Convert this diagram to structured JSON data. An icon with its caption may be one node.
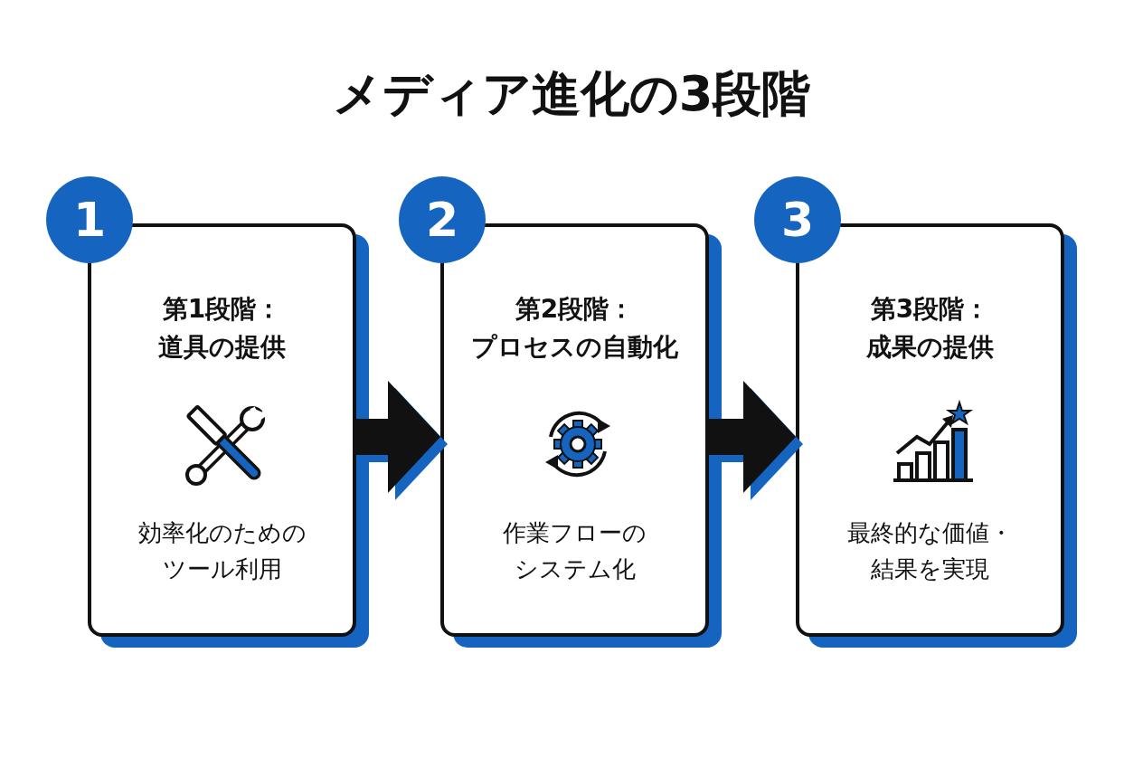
{
  "diagram": {
    "title": "メディア進化の3段階",
    "nodes": [
      {
        "text": [
          "1",
          "第1段階：道具の提供",
          "効率化のためのツール利用"
        ]
      },
      {
        "text": [
          "2",
          "第2段階：プロセスの自動化",
          "作業フローのシステム化"
        ]
      },
      {
        "text": [
          "3",
          "第3段階：成果の提供",
          "最終的な価値・結果を実現"
        ]
      }
    ],
    "edges": [
      {
        "from": 0,
        "to": 1,
        "arrow": "to"
      },
      {
        "from": 1,
        "to": 2,
        "arrow": "to"
      }
    ]
  }
}
